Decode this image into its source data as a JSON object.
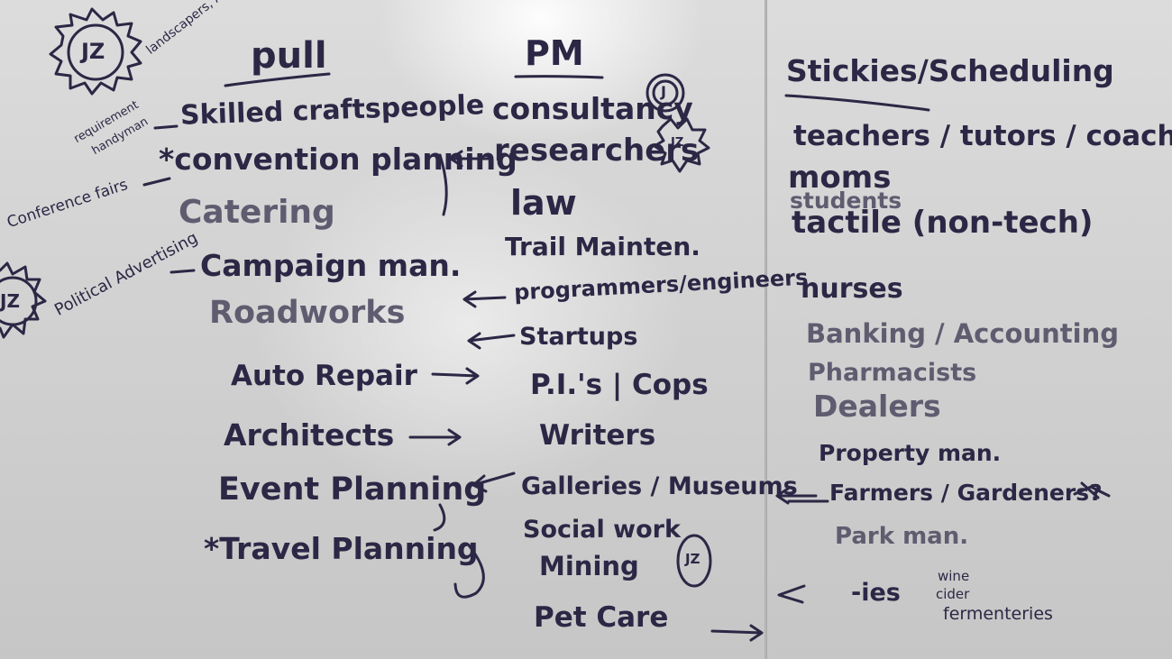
{
  "whiteboard": {
    "pull": {
      "heading": "pull",
      "side_note_top": "landscapers, Auto repair",
      "side_note_top_2": "requirement",
      "side_note_top_3": "handyman",
      "side_note_conf": "Conference fairs",
      "side_note_political": "Political Advertising",
      "items": [
        "Skilled craftspeople",
        "*convention planning",
        "Catering",
        "Campaign man.",
        "Roadworks",
        "Auto Repair",
        "Architects",
        "Event Planning",
        "*Travel Planning"
      ]
    },
    "pm": {
      "heading": "PM",
      "items": [
        "consultancy",
        "researchers",
        "law",
        "Trail Mainten.",
        "programmers/engineers",
        "Startups",
        "P.I.'s | Cops",
        "Writers",
        "Galleries / Museums",
        "Social work",
        "Mining",
        "Pet Care"
      ]
    },
    "stickies": {
      "heading": "Stickies/Scheduling",
      "items": [
        "teachers / tutors / coaching",
        "moms",
        "students",
        "tactile (non-tech)",
        "nurses",
        "Banking / Accounting",
        "Pharmacists",
        "Dealers",
        "Property man.",
        "Farmers / Gardeners?",
        "Park man.",
        "-ies",
        "wine",
        "cider",
        "fermenteries"
      ]
    },
    "stamp_initials": "JZ",
    "stamp_initial": "J",
    "colors": {
      "ink": "#2c2745",
      "board": "#d4d4d4",
      "divider": "#a9a9a9"
    }
  }
}
